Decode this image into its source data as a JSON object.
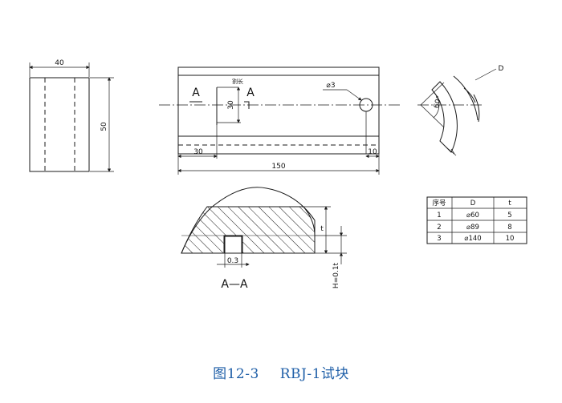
{
  "caption": {
    "figure_no": "图12-3",
    "title": "RBJ-1试块"
  },
  "side_view": {
    "width_dim": "40",
    "height_dim": "50"
  },
  "front_view": {
    "section_mark_left": "A",
    "section_mark_right": "A",
    "slot_label": "割长",
    "slot_depth_dim": "30",
    "hole_dim": "⌀3",
    "left_offset_dim": "30",
    "right_offset_dim": "10",
    "length_dim": "150"
  },
  "arc_view": {
    "point_label": "D",
    "angle_label": "60°"
  },
  "section_view": {
    "label": "A—A",
    "slot_width_dim": "0.3",
    "thickness_dim": "t",
    "slot_height_dim": "H=0.1t"
  },
  "table": {
    "headers": [
      "序号",
      "D",
      "t"
    ],
    "rows": [
      [
        "1",
        "⌀60",
        "5"
      ],
      [
        "2",
        "⌀89",
        "8"
      ],
      [
        "3",
        "⌀140",
        "10"
      ]
    ]
  }
}
